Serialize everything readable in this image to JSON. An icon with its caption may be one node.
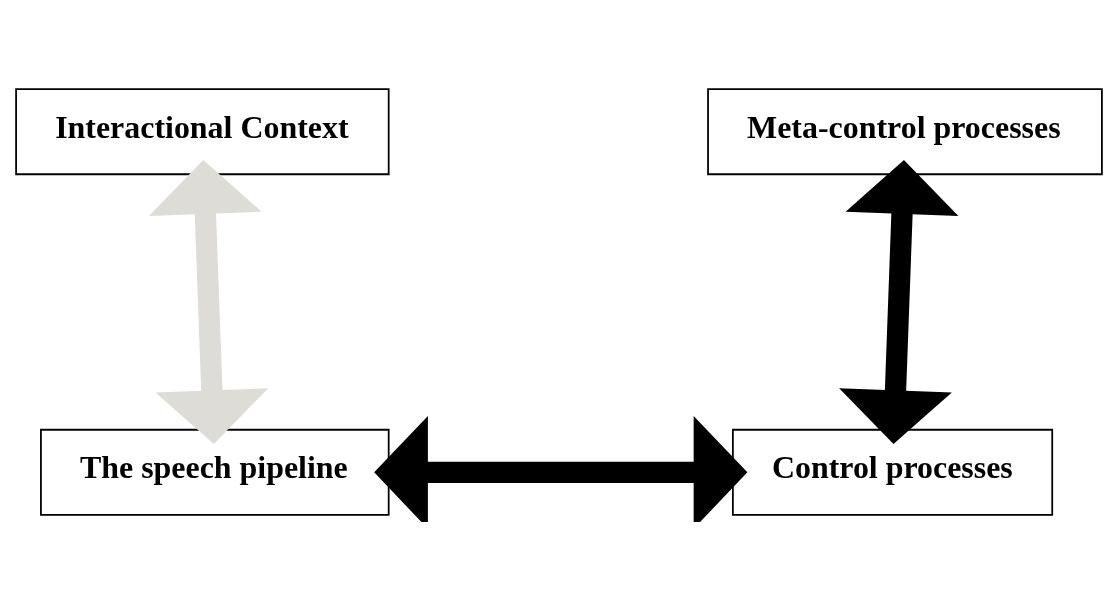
{
  "diagram": {
    "nodes": [
      {
        "text": [
          "Interactional Context"
        ]
      },
      {
        "text": [
          "Meta-control processes"
        ]
      },
      {
        "text": [
          "The speech pipeline"
        ]
      },
      {
        "text": [
          "Control processes"
        ]
      }
    ],
    "edges": [
      {
        "from": 0,
        "to": 2,
        "arrow": "both",
        "color": "#dddcd7"
      },
      {
        "from": 1,
        "to": 3,
        "arrow": "both"
      },
      {
        "from": 2,
        "to": 3,
        "arrow": "both"
      }
    ]
  }
}
